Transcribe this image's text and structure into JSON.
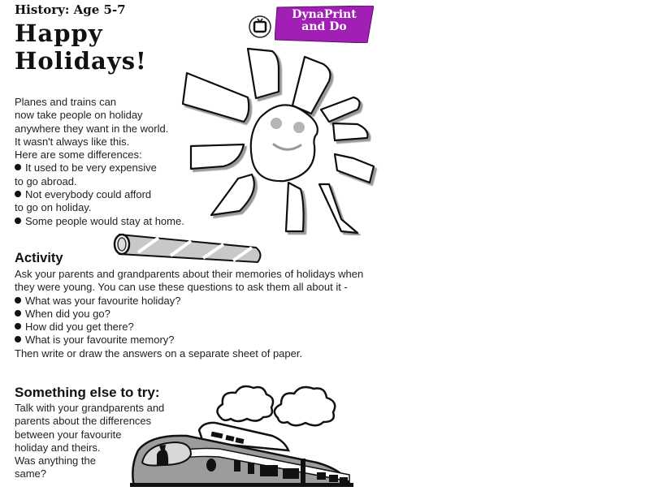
{
  "header": {
    "subject": "History: Age 5-7",
    "title_line1": "Happy",
    "title_line2": "Holidays!",
    "badge_line1": "DynaPrint",
    "badge_line2": "and Do",
    "badge_color": "#a020b0",
    "icon": "tv-icon"
  },
  "intro": {
    "lines": [
      "Planes and trains can",
      "now take people on holiday",
      "anywhere they want in the world.",
      "It wasn't always like this.",
      "Here are some differences:"
    ],
    "bullets": [
      {
        "first": "It used to be very expensive",
        "cont": "to go abroad."
      },
      {
        "first": "Not everybody could afford",
        "cont": "to go on holiday."
      },
      {
        "first": "Some people would stay at home.",
        "cont": ""
      }
    ]
  },
  "activity": {
    "heading": "Activity",
    "intro_line1": "Ask your parents and grandparents about their memories of holidays when",
    "intro_line2": "they were young. You can use these questions to ask them all about it -",
    "questions": [
      "What was your favourite holiday?",
      "When did you go?",
      "How did you get there?",
      "What is your favourite memory?"
    ],
    "closing": "Then write or draw the answers on a separate sheet of paper."
  },
  "something_else": {
    "heading": "Something else to try:",
    "lines": [
      "Talk with your grandparents and",
      "parents about the differences",
      "between your favourite",
      "holiday and theirs.",
      "Was anything the",
      "same?"
    ]
  },
  "illustrations": {
    "sun": "sun-illustration",
    "scroll": "rolled-paper-illustration",
    "clouds": "clouds-illustration",
    "train": "train-illustration"
  }
}
